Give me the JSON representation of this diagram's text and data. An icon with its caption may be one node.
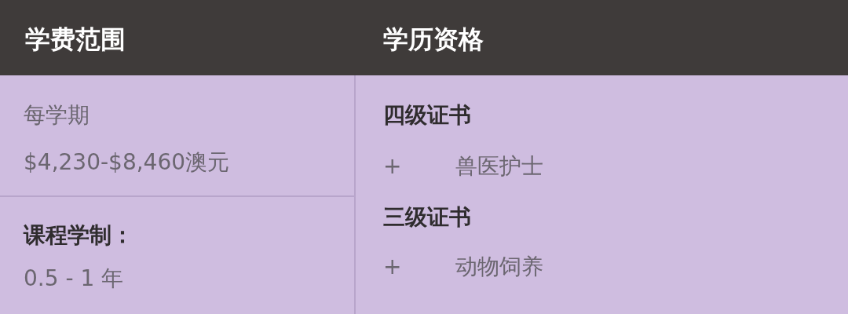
{
  "diagram": {
    "labels": [
      "学费范围",
      "学历资格",
      "每学期",
      "$4,230-$8,460澳元",
      "课程学制：",
      "0.5 - 1 年",
      "四级证书",
      "+",
      "兽医护士",
      "三级证书",
      "+",
      "动物饲养"
    ]
  }
}
